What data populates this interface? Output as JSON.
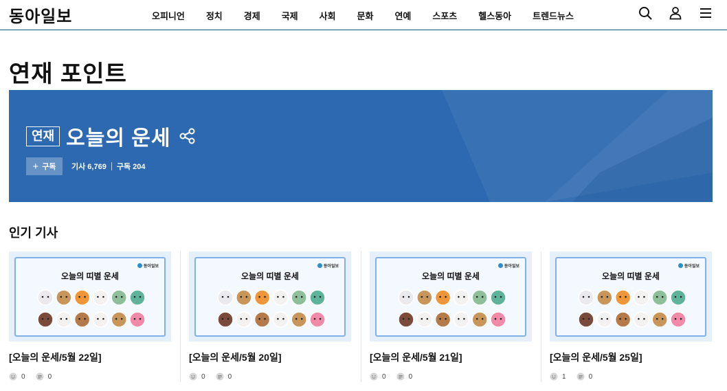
{
  "header": {
    "logo": "동아일보",
    "nav": [
      "오피니언",
      "정치",
      "경제",
      "국제",
      "사회",
      "문화",
      "연예",
      "스포츠",
      "헬스동아",
      "트렌드뉴스"
    ],
    "icons": [
      "search-icon",
      "user-icon",
      "menu-icon"
    ]
  },
  "page": {
    "title": "연재 포인트"
  },
  "banner": {
    "tag": "연재",
    "title": "오늘의 운세",
    "subscribe_label": "구독",
    "articles": "기사 6,769",
    "subscribers": "구독 204",
    "colors": {
      "background": "#2c69b0"
    }
  },
  "section": {
    "title": "인기 기사"
  },
  "cards": [
    {
      "thumb_title": "오늘의 띠별 운세",
      "thumb_brand": "동아일보",
      "title": "[오늘의 운세/5월 22일]",
      "likes": "0",
      "comments": "0"
    },
    {
      "thumb_title": "오늘의 띠별 운세",
      "thumb_brand": "동아일보",
      "title": "[오늘의 운세/5월 20일]",
      "likes": "0",
      "comments": "0"
    },
    {
      "thumb_title": "오늘의 띠별 운세",
      "thumb_brand": "동아일보",
      "title": "[오늘의 운세/5월 21일]",
      "likes": "0",
      "comments": "0"
    },
    {
      "thumb_title": "오늘의 띠별 운세",
      "thumb_brand": "동아일보",
      "title": "[오늘의 운세/5월 25일]",
      "likes": "1",
      "comments": "0"
    }
  ]
}
